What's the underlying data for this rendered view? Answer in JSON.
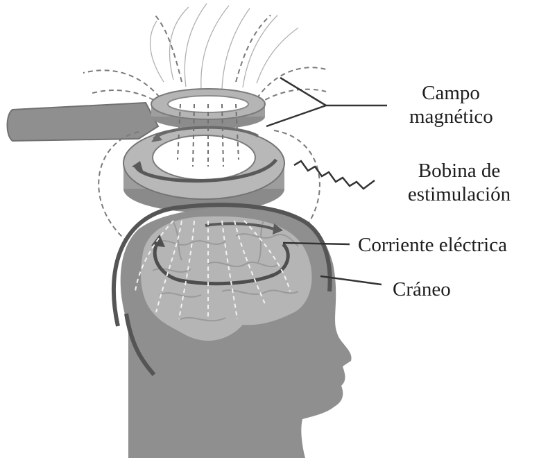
{
  "labels": {
    "magnetic_field": [
      "Campo",
      "magnético"
    ],
    "coil": [
      "Bobina de",
      "estimulación"
    ],
    "current": "Corriente eléctrica",
    "skull": "Cráneo"
  },
  "colors": {
    "background": "#ffffff",
    "head": "#8f8f8f",
    "brain": "#b4b4b4",
    "coil": "#a9a9a9",
    "coil_dark": "#6e6e6e",
    "skull": "#555555",
    "field_lines": "#8a8a8a",
    "leader_lines": "#333333",
    "text": "#1e1e1e"
  }
}
